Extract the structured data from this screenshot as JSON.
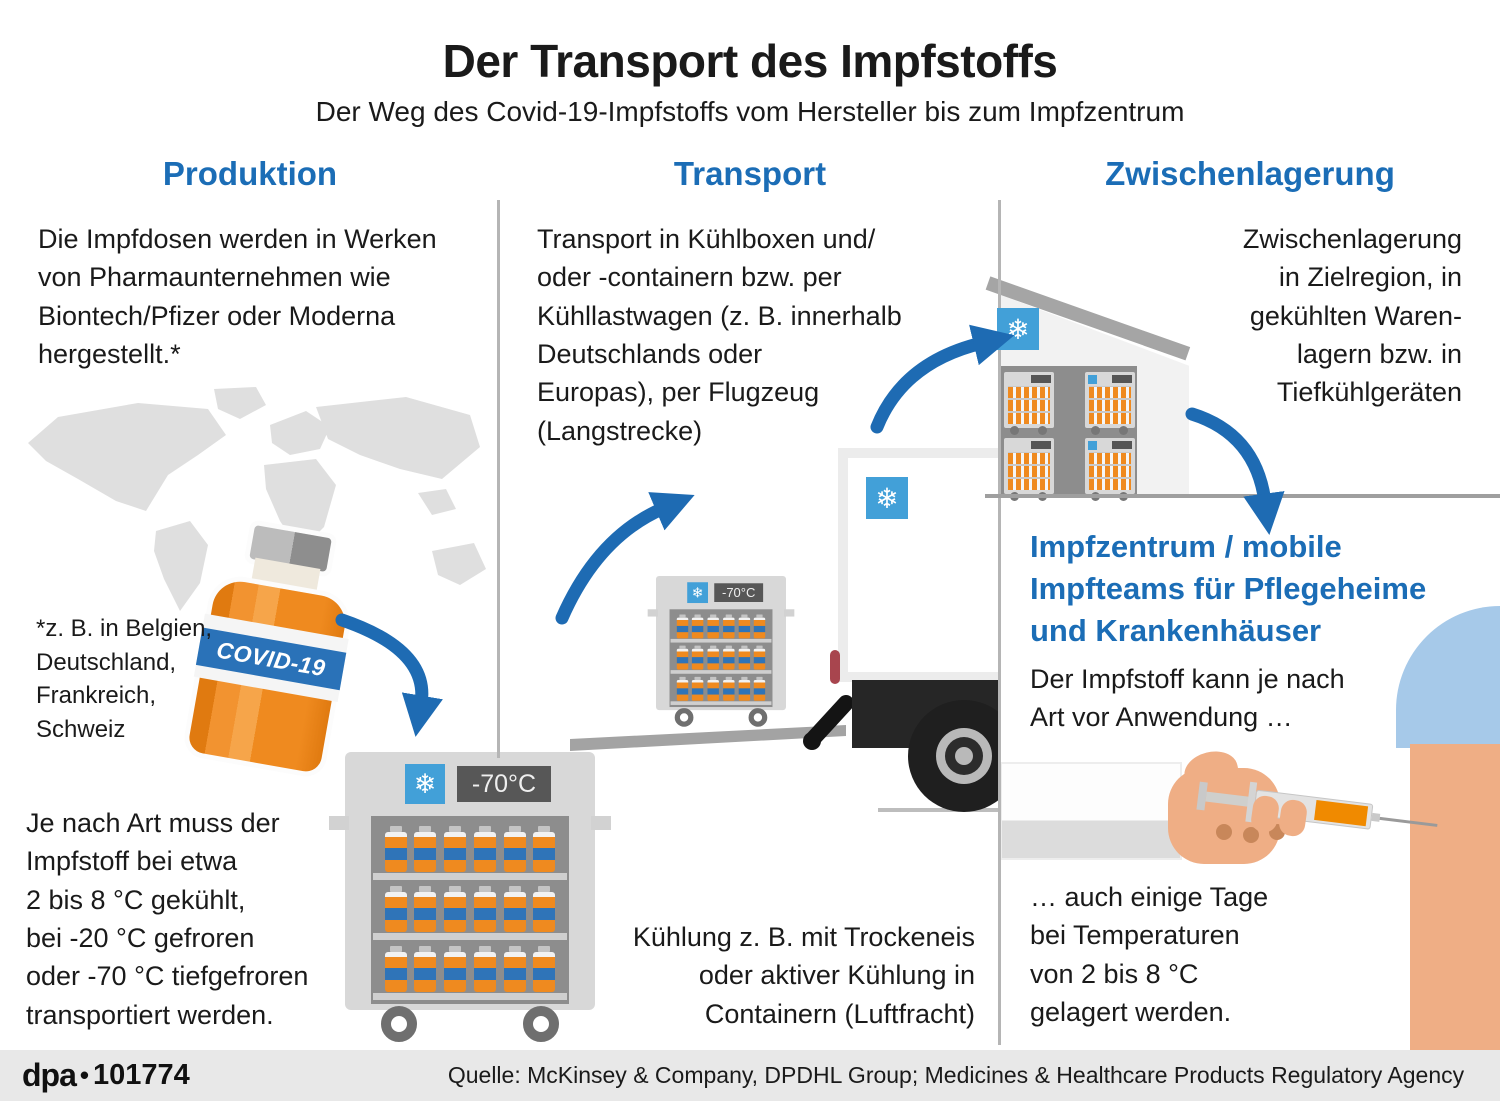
{
  "title": "Der Transport des Impfstoffs",
  "subtitle": "Der Weg des Covid-19-Impfstoffs vom Hersteller bis zum Impfzentrum",
  "columns": {
    "produktion": {
      "heading": "Produktion",
      "intro": "Die Impfdosen werden in Werken\nvon Pharmaunternehmen wie\nBiontech/Pfizer oder Moderna\nhergestellt.*",
      "footnote": "*z. B. in Belgien,\nDeutschland,\nFrankreich,\nSchweiz",
      "storage_note": "Je nach Art muss der\nImpfstoff bei etwa\n2 bis 8 °C gekühlt,\nbei -20 °C gefroren\noder -70 °C tiefgefroren\ntransportiert werden."
    },
    "transport": {
      "heading": "Transport",
      "intro": "Transport in Kühlboxen und/\noder -containern bzw. per\nKühllastwagen (z. B. innerhalb\nDeutschlands oder\nEuropas), per Flugzeug\n(Langstrecke)",
      "cooling_note": "Kühlung z. B. mit Trockeneis\noder aktiver Kühlung in\nContainern (Luftfracht)"
    },
    "zwischenlagerung": {
      "heading": "Zwischenlagerung",
      "intro": "Zwischenlagerung\nin Zielregion, in\ngekühlten Waren-\nlagern bzw. in\nTiefkühlgeräten",
      "impfzentrum_heading": "Impfzentrum / mobile\nImpfteams für Pflegeheime\nund Krankenhäuser",
      "impfzentrum_body": "Der Impfstoff kann je nach\nArt vor Anwendung …",
      "storage_note": "… auch einige Tage\nbei Temperaturen\nvon 2 bis 8 °C\ngelagert werden."
    }
  },
  "labels": {
    "vial": "COVID-19",
    "temperature": "-70°C"
  },
  "icons": {
    "snowflake": "❄"
  },
  "footer": {
    "brand": "dpa",
    "bullet": "•",
    "figure_id": "101774",
    "source": "Quelle: McKinsey & Company, DPDHL Group; Medicines & Healthcare Products Regulatory Agency"
  },
  "colors": {
    "accent_blue": "#1b6db6",
    "arrow_blue": "#1e6bb3",
    "snowflake_blue": "#42a0d8",
    "vial_orange": "#ef8a1f",
    "vial_label_blue": "#2a72b8",
    "footer_gray": "#e8e8e8"
  }
}
